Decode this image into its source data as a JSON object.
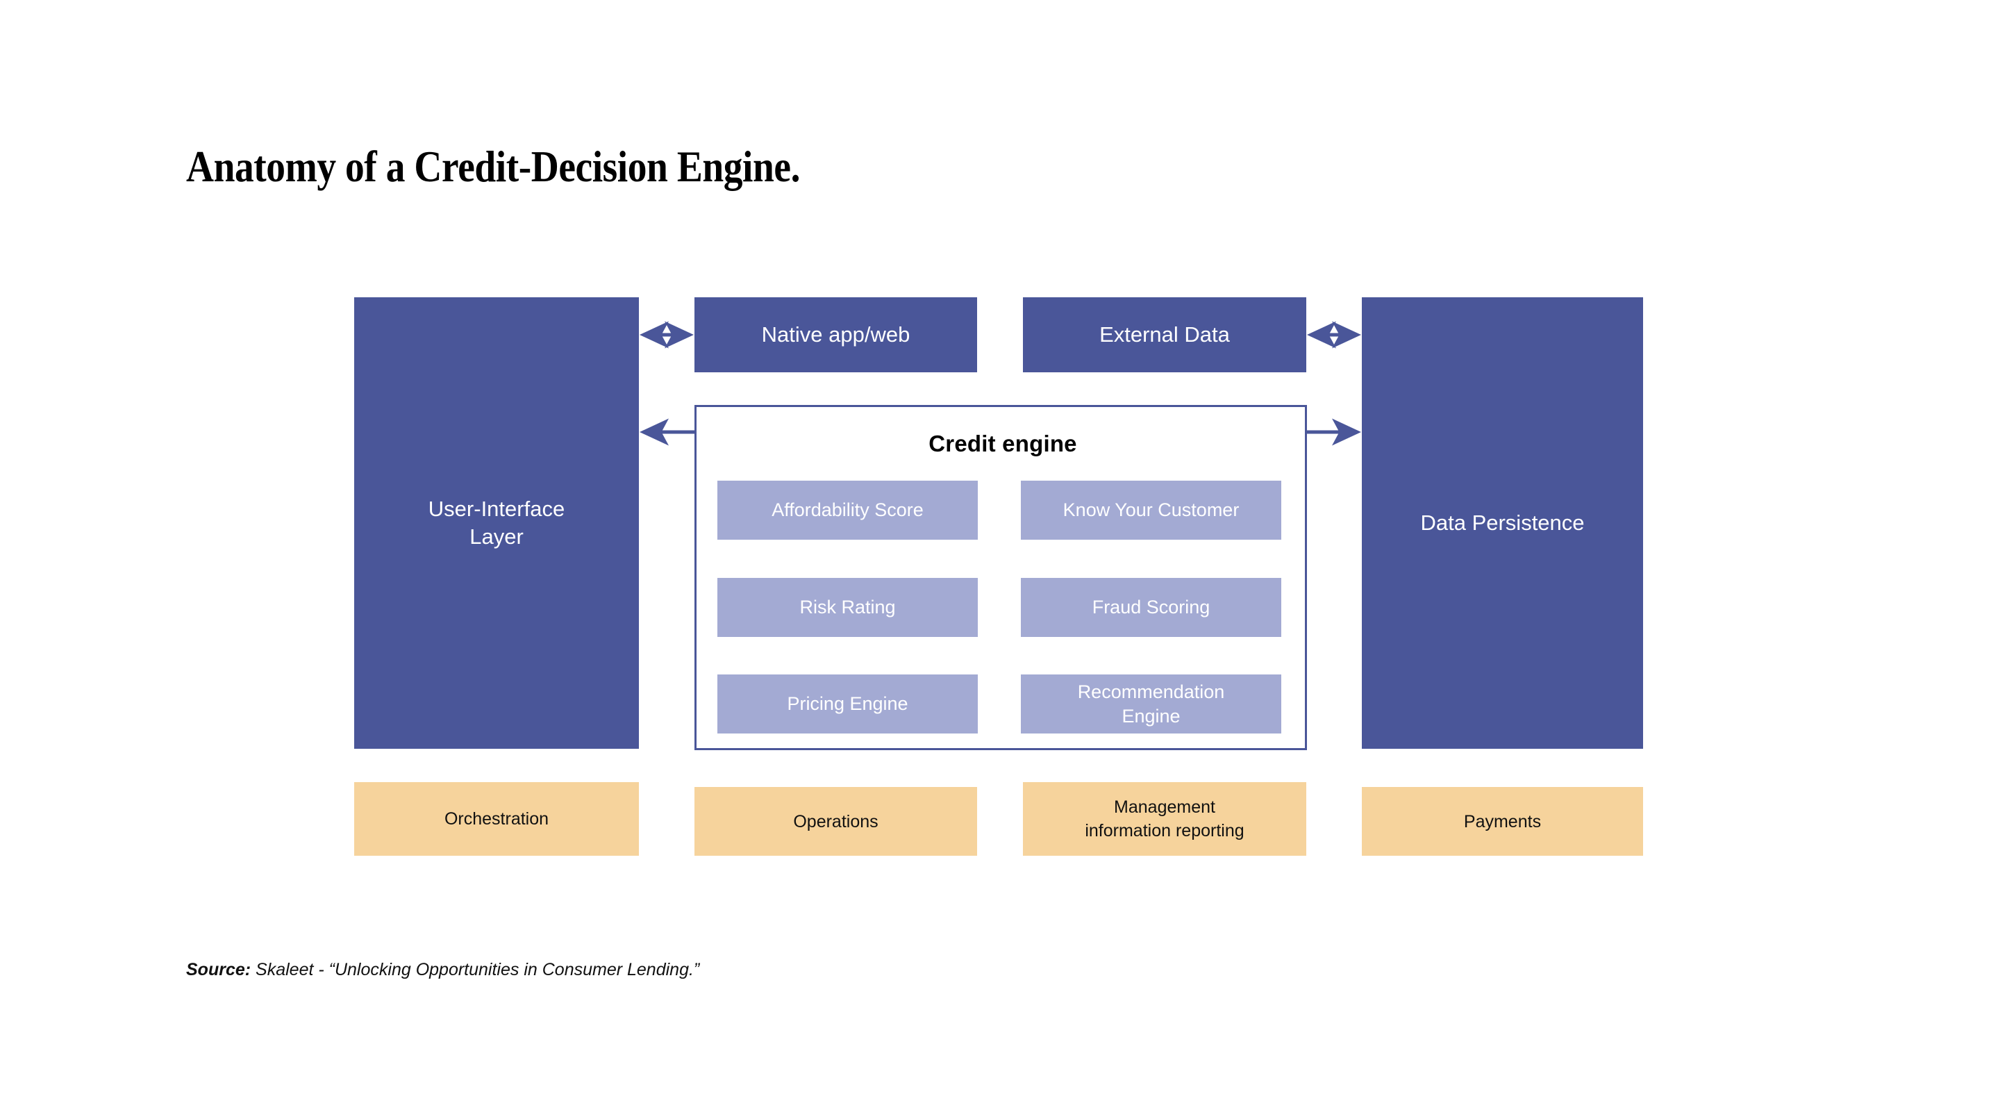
{
  "title": "Anatomy of a Credit-Decision Engine.",
  "colors": {
    "dark_blue": "#4A5699",
    "light_purple": "#A3AAD3",
    "tan": "#F6D39C",
    "background": "#FFFFFF",
    "text_on_fill": "#FFFFFF",
    "text_dark": "#111111",
    "arrow_dark": "#4A5699",
    "arrow_light": "#A3AAD3"
  },
  "layers": {
    "top_row": [
      {
        "id": "ui-layer",
        "label": "User-Interface\nLayer",
        "style": "dark"
      },
      {
        "id": "native",
        "label": "Native app/web",
        "style": "dark"
      },
      {
        "id": "external",
        "label": "External Data",
        "style": "dark"
      },
      {
        "id": "persistence",
        "label": "Data Persistence",
        "style": "dark"
      }
    ],
    "bottom_row": [
      {
        "id": "orchestration",
        "label": "Orchestration",
        "style": "tan"
      },
      {
        "id": "operations",
        "label": "Operations",
        "style": "tan"
      },
      {
        "id": "mir",
        "label": "Management\ninformation reporting",
        "style": "tan"
      },
      {
        "id": "payments",
        "label": "Payments",
        "style": "tan"
      }
    ]
  },
  "credit_engine": {
    "title": "Credit engine",
    "components": [
      {
        "id": "affordability",
        "label": "Affordability Score",
        "row": 1,
        "col": 1
      },
      {
        "id": "kyc",
        "label": "Know Your Customer",
        "row": 1,
        "col": 2
      },
      {
        "id": "risk",
        "label": "Risk Rating",
        "row": 2,
        "col": 1
      },
      {
        "id": "fraud",
        "label": "Fraud Scoring",
        "row": 2,
        "col": 2
      },
      {
        "id": "pricing",
        "label": "Pricing Engine",
        "row": 3,
        "col": 1
      },
      {
        "id": "recommendation",
        "label": "Recommendation\nEngine",
        "row": 3,
        "col": 2
      }
    ],
    "internal_flows": [
      {
        "from": "affordability",
        "to": "risk",
        "kind": "vertical"
      },
      {
        "from": "kyc",
        "to": "fraud",
        "kind": "vertical"
      },
      {
        "from": "fraud",
        "to": "risk",
        "kind": "horizontal-left"
      },
      {
        "from": "risk",
        "to": "pricing",
        "kind": "vertical"
      },
      {
        "from": "risk",
        "to": "recommendation",
        "kind": "diagonal"
      }
    ]
  },
  "connections": [
    {
      "from": "ui-layer",
      "to": "native",
      "kind": "bidirectional"
    },
    {
      "from": "external",
      "to": "persistence",
      "kind": "bidirectional"
    },
    {
      "from": "ui-layer",
      "to": "credit-engine",
      "kind": "bidirectional"
    },
    {
      "from": "credit-engine",
      "to": "persistence",
      "kind": "bidirectional"
    }
  ],
  "source": {
    "label": "Source:",
    "text": " Skaleet - “Unlocking Opportunities in Consumer Lending.”"
  }
}
